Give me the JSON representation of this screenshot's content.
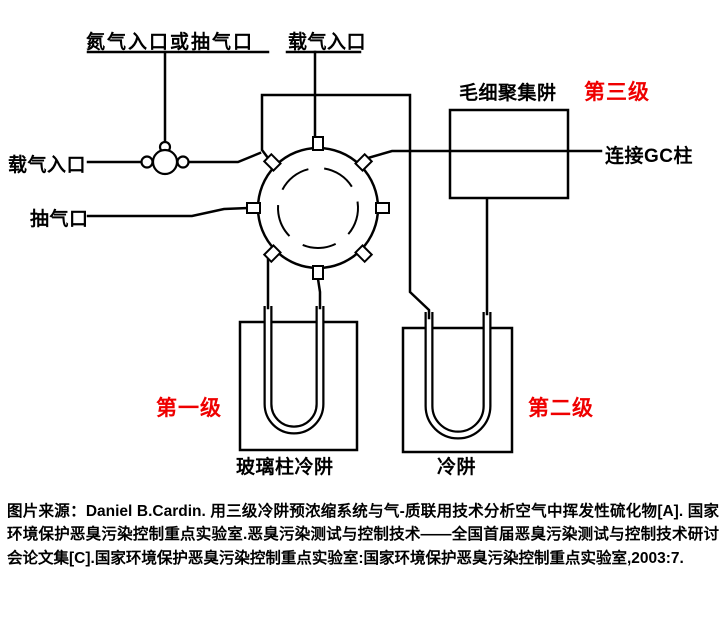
{
  "labels": {
    "nitrogen_inlet": "氮气入口或抽气口",
    "carrier_inlet_top": "载气入口",
    "carrier_inlet_left": "载气入口",
    "pump_port": "抽气口",
    "capillary_trap": "毛细聚集阱",
    "stage3": "第三级",
    "gc_column": "连接GC柱",
    "stage1": "第一级",
    "stage2": "第二级",
    "glass_trap": "玻璃柱冷阱",
    "cold_trap": "冷阱"
  },
  "colors": {
    "stage_label": "#ef0000",
    "line": "#000000",
    "background": "#ffffff"
  },
  "caption": "图片来源：Daniel B.Cardin. 用三级冷阱预浓缩系统与气-质联用技术分析空气中挥发性硫化物[A]. 国家环境保护恶臭污染控制重点实验室.恶臭污染测试与控制技术——全国首届恶臭污染测试与控制技术研讨会论文集[C].国家环境保护恶臭污染控制重点实验室:国家环境保护恶臭污染控制重点实验室,2003:7."
}
